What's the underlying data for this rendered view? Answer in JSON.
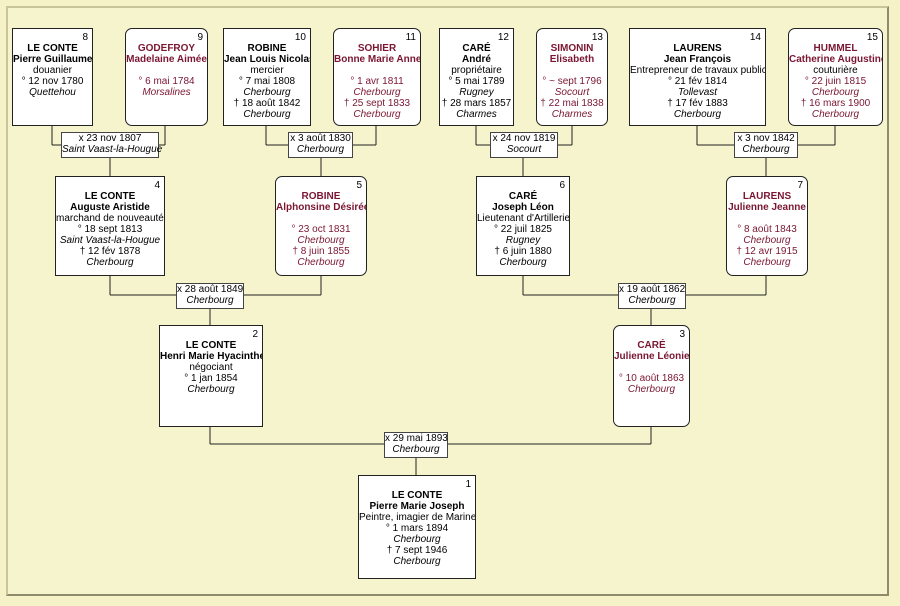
{
  "persons": [
    {
      "id": "p1",
      "num": "1",
      "sex": "m",
      "surname": "LE CONTE",
      "given": "Pierre Marie Joseph",
      "occupation": "Peintre, imagier de Marine",
      "birth": "° 1 mars 1894",
      "birth_place": "Cherbourg",
      "death": "† 7 sept 1946",
      "death_place": "Cherbourg"
    },
    {
      "id": "p2",
      "num": "2",
      "sex": "m",
      "surname": "LE CONTE",
      "given": "Henri Marie Hyacinthe",
      "occupation": "négociant",
      "birth": "° 1 jan 1854",
      "birth_place": "Cherbourg",
      "death": "",
      "death_place": ""
    },
    {
      "id": "p3",
      "num": "3",
      "sex": "f",
      "surname": "CARÉ",
      "given": "Julienne Léonie",
      "occupation": "",
      "birth": "° 10 août 1863",
      "birth_place": "Cherbourg",
      "death": "",
      "death_place": ""
    },
    {
      "id": "p4",
      "num": "4",
      "sex": "m",
      "surname": "LE CONTE",
      "given": "Auguste Aristide",
      "occupation": "marchand de nouveautés",
      "birth": "° 18 sept 1813",
      "birth_place": "Saint Vaast-la-Hougue",
      "death": "† 12 fév 1878",
      "death_place": "Cherbourg"
    },
    {
      "id": "p5",
      "num": "5",
      "sex": "f",
      "surname": "ROBINE",
      "given": "Alphonsine Désirée",
      "occupation": "",
      "birth": "° 23 oct 1831",
      "birth_place": "Cherbourg",
      "death": "† 8 juin 1855",
      "death_place": "Cherbourg"
    },
    {
      "id": "p6",
      "num": "6",
      "sex": "m",
      "surname": "CARÉ",
      "given": "Joseph Léon",
      "occupation": "Lieutenant d'Artillerie",
      "birth": "° 22 juil 1825",
      "birth_place": "Rugney",
      "death": "† 6 juin 1880",
      "death_place": "Cherbourg"
    },
    {
      "id": "p7",
      "num": "7",
      "sex": "f",
      "surname": "LAURENS",
      "given": "Julienne Jeanne",
      "occupation": "",
      "birth": "° 8 août 1843",
      "birth_place": "Cherbourg",
      "death": "† 12 avr 1915",
      "death_place": "Cherbourg"
    },
    {
      "id": "p8",
      "num": "8",
      "sex": "m",
      "surname": "LE CONTE",
      "given": "Pierre Guillaume",
      "occupation": "douanier",
      "birth": "° 12 nov 1780",
      "birth_place": "Quettehou",
      "death": "",
      "death_place": ""
    },
    {
      "id": "p9",
      "num": "9",
      "sex": "f",
      "surname": "GODEFROY",
      "given": "Madelaine Aimée",
      "occupation": "",
      "birth": "° 6 mai 1784",
      "birth_place": "Morsalines",
      "death": "",
      "death_place": ""
    },
    {
      "id": "p10",
      "num": "10",
      "sex": "m",
      "surname": "ROBINE",
      "given": "Jean Louis Nicolas",
      "occupation": "mercier",
      "birth": "° 7 mai 1808",
      "birth_place": "Cherbourg",
      "death": "† 18 août 1842",
      "death_place": "Cherbourg"
    },
    {
      "id": "p11",
      "num": "11",
      "sex": "f",
      "surname": "SOHIER",
      "given": "Bonne Marie Anne",
      "occupation": "",
      "birth": "° 1 avr 1811",
      "birth_place": "Cherbourg",
      "death": "† 25 sept 1833",
      "death_place": "Cherbourg"
    },
    {
      "id": "p12",
      "num": "12",
      "sex": "m",
      "surname": "CARÉ",
      "given": "André",
      "occupation": "propriétaire",
      "birth": "° 5 mai 1789",
      "birth_place": "Rugney",
      "death": "† 28 mars 1857",
      "death_place": "Charmes"
    },
    {
      "id": "p13",
      "num": "13",
      "sex": "f",
      "surname": "SIMONIN",
      "given": "Elisabeth",
      "occupation": "",
      "birth": "° ~ sept 1796",
      "birth_place": "Socourt",
      "death": "† 22 mai 1838",
      "death_place": "Charmes"
    },
    {
      "id": "p14",
      "num": "14",
      "sex": "m",
      "surname": "LAURENS",
      "given": "Jean François",
      "occupation": "Entrepreneur de travaux publics",
      "birth": "° 21 fév 1814",
      "birth_place": "Tollevast",
      "death": "† 17 fév 1883",
      "death_place": "Cherbourg"
    },
    {
      "id": "p15",
      "num": "15",
      "sex": "f",
      "surname": "HUMMEL",
      "given": "Catherine Augustine",
      "occupation": "couturière",
      "birth": "° 22 juin 1815",
      "birth_place": "Cherbourg",
      "death": "† 16 mars 1900",
      "death_place": "Cherbourg"
    }
  ],
  "marriages": [
    {
      "id": "m8",
      "date": "x 23 nov 1807",
      "place": "Saint Vaast-la-Hougue"
    },
    {
      "id": "m10",
      "date": "x 3 août 1830",
      "place": "Cherbourg"
    },
    {
      "id": "m12",
      "date": "x 24 nov 1819",
      "place": "Socourt"
    },
    {
      "id": "m14",
      "date": "x 3 nov 1842",
      "place": "Cherbourg"
    },
    {
      "id": "m4",
      "date": "x 28 août 1849",
      "place": "Cherbourg"
    },
    {
      "id": "m6",
      "date": "x 19 août 1862",
      "place": "Cherbourg"
    },
    {
      "id": "m2",
      "date": "x 29 mai 1893",
      "place": "Cherbourg"
    }
  ],
  "colors": {
    "female_text": "#7a1632",
    "background": "#f4f2c6",
    "line": "#222222"
  }
}
